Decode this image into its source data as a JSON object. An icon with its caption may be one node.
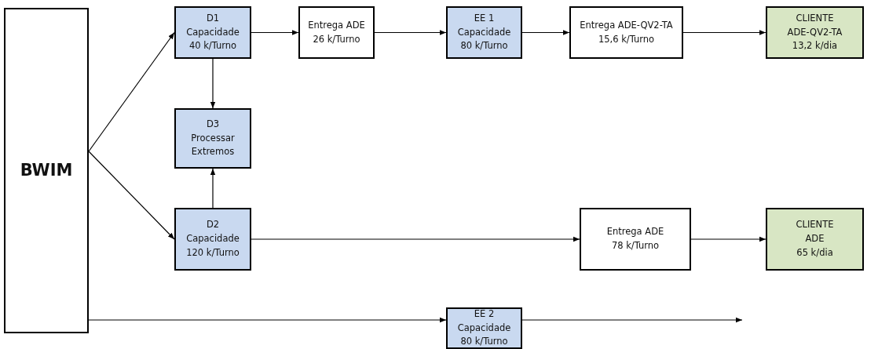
{
  "diagram": {
    "nodes": [
      {
        "text": [
          "BWIM"
        ]
      },
      {
        "text": [
          "D1",
          "Capacidade",
          "40 k/Turno"
        ]
      },
      {
        "text": [
          "Entrega ADE",
          "26 k/Turno"
        ]
      },
      {
        "text": [
          "EE 1",
          "Capacidade",
          "80 k/Turno"
        ]
      },
      {
        "text": [
          "Entrega ADE-QV2-TA",
          "15,6 k/Turno"
        ]
      },
      {
        "text": [
          "CLIENTE",
          "ADE-QV2-TA",
          "13,2 k/dia"
        ]
      },
      {
        "text": [
          "D3",
          "Processar",
          "Extremos"
        ]
      },
      {
        "text": [
          "D2",
          "Capacidade",
          "120 k/Turno"
        ]
      },
      {
        "text": [
          "Entrega ADE",
          "78 k/Turno"
        ]
      },
      {
        "text": [
          "CLIENTE",
          "ADE",
          "65 k/dia"
        ]
      },
      {
        "text": [
          "EE 2",
          "Capacidade",
          "80 k/Turno"
        ]
      }
    ],
    "edges": [
      {
        "from": 0,
        "to": 1,
        "arrow": "to"
      },
      {
        "from": 0,
        "to": 7,
        "arrow": "to"
      },
      {
        "from": 1,
        "to": 2,
        "arrow": "to"
      },
      {
        "from": 2,
        "to": 3,
        "arrow": "to"
      },
      {
        "from": 3,
        "to": 4,
        "arrow": "to"
      },
      {
        "from": 4,
        "to": 5,
        "arrow": "to"
      },
      {
        "from": 1,
        "to": 6,
        "arrow": "to"
      },
      {
        "from": 7,
        "to": 6,
        "arrow": "to"
      },
      {
        "from": 7,
        "to": 8,
        "arrow": "to"
      },
      {
        "from": 8,
        "to": 9,
        "arrow": "to"
      },
      {
        "from": 0,
        "to": 10,
        "arrow": "to"
      },
      {
        "from": 10,
        "to": null,
        "arrow": "to"
      }
    ]
  }
}
